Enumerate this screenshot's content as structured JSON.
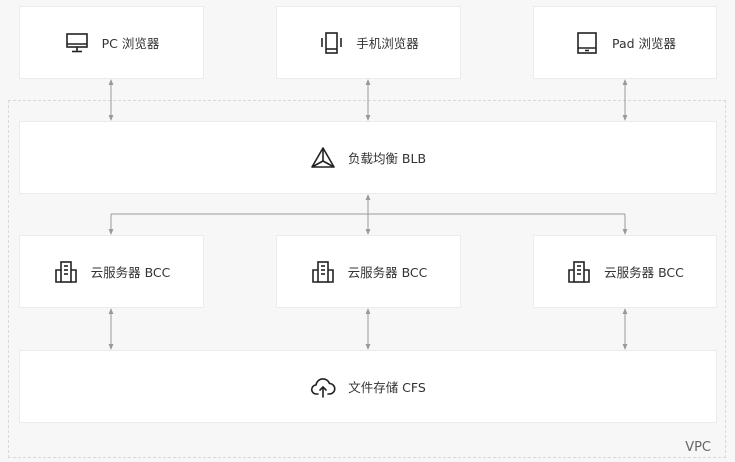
{
  "nodes": {
    "pc": {
      "label": "PC 浏览器",
      "icon": "monitor-icon"
    },
    "mobile": {
      "label": "手机浏览器",
      "icon": "mobile-phone-icon"
    },
    "pad": {
      "label": "Pad 浏览器",
      "icon": "tablet-icon"
    },
    "blb": {
      "label": "负载均衡 BLB",
      "icon": "load-balancer-icon"
    },
    "bcc1": {
      "label": "云服务器 BCC",
      "icon": "server-icon"
    },
    "bcc2": {
      "label": "云服务器 BCC",
      "icon": "server-icon"
    },
    "bcc3": {
      "label": "云服务器 BCC",
      "icon": "server-icon"
    },
    "cfs": {
      "label": "文件存储 CFS",
      "icon": "cloud-upload-icon"
    }
  },
  "vpc": {
    "label": "VPC"
  },
  "colors": {
    "icon": "#222222",
    "line": "#999999",
    "border": "#ececec",
    "background": "#f7f7f7"
  }
}
